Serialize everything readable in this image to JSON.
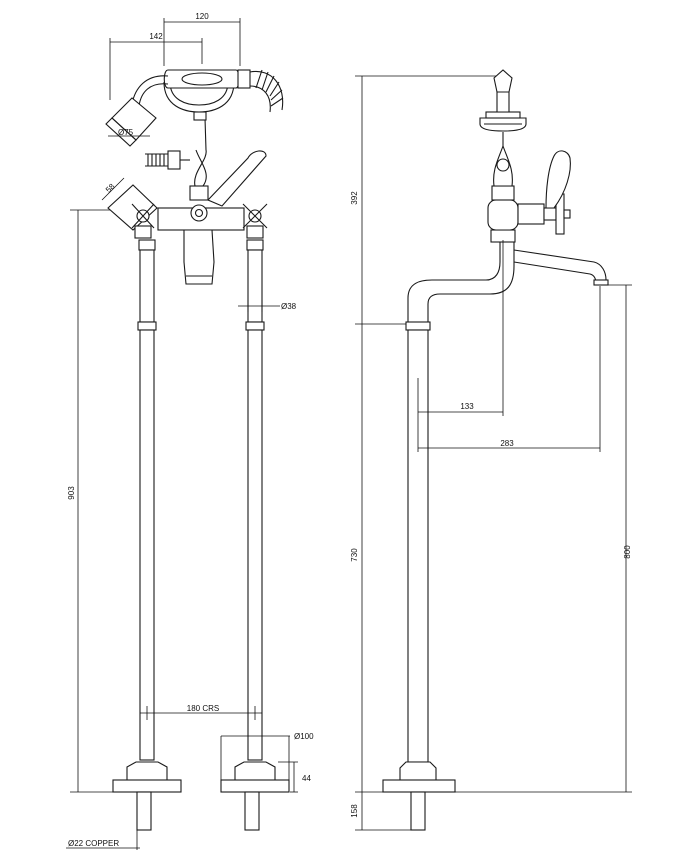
{
  "drawing": {
    "front_view": {
      "dims": {
        "handset_span": "120",
        "handset_reach": "142",
        "handset_diameter": "Ø75",
        "handle_size": "58",
        "standpipe_diameter": "Ø38",
        "total_height": "903",
        "centres": "180 CRS",
        "flange_diameter": "Ø100",
        "flange_height": "44",
        "tail_note": "Ø22 COPPER"
      }
    },
    "side_view": {
      "dims": {
        "upper_height": "392",
        "riser_height": "730",
        "spout_height": "800",
        "body_projection": "133",
        "spout_projection": "283",
        "tail_length": "158"
      }
    }
  }
}
